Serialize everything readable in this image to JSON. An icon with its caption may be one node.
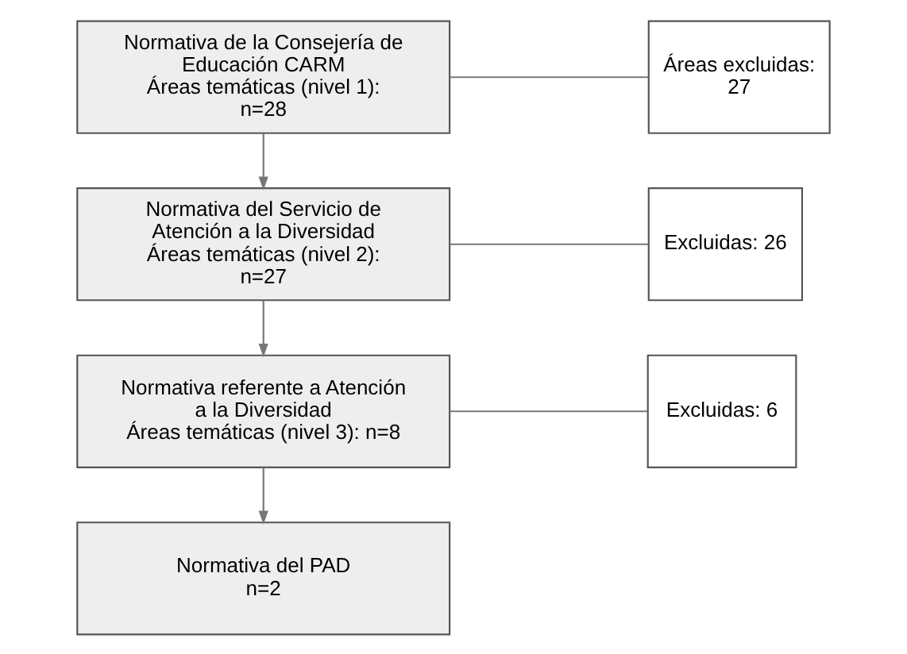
{
  "diagram": {
    "nodes": [
      {
        "text": [
          "Normativa de la Consejería de Educación CARM",
          "Áreas temáticas (nivel 1): n=28"
        ]
      },
      {
        "text": [
          "Áreas excluidas: 27"
        ]
      },
      {
        "text": [
          "Normativa del Servicio de Atención a la Diversidad",
          "Áreas temáticas (nivel 2): n=27"
        ]
      },
      {
        "text": [
          "Excluidas: 26"
        ]
      },
      {
        "text": [
          "Normativa referente a Atención a la Diversidad",
          "Áreas temáticas (nivel 3): n=8"
        ]
      },
      {
        "text": [
          "Excluidas: 6"
        ]
      },
      {
        "text": [
          "Normativa del PAD",
          "n=2"
        ]
      }
    ],
    "edges": [
      {
        "from": 0,
        "to": 1,
        "arrow": "none"
      },
      {
        "from": 0,
        "to": 2,
        "arrow": "to"
      },
      {
        "from": 2,
        "to": 3,
        "arrow": "none"
      },
      {
        "from": 2,
        "to": 4,
        "arrow": "to"
      },
      {
        "from": 4,
        "to": 5,
        "arrow": "none"
      },
      {
        "from": 4,
        "to": 6,
        "arrow": "to"
      }
    ]
  }
}
